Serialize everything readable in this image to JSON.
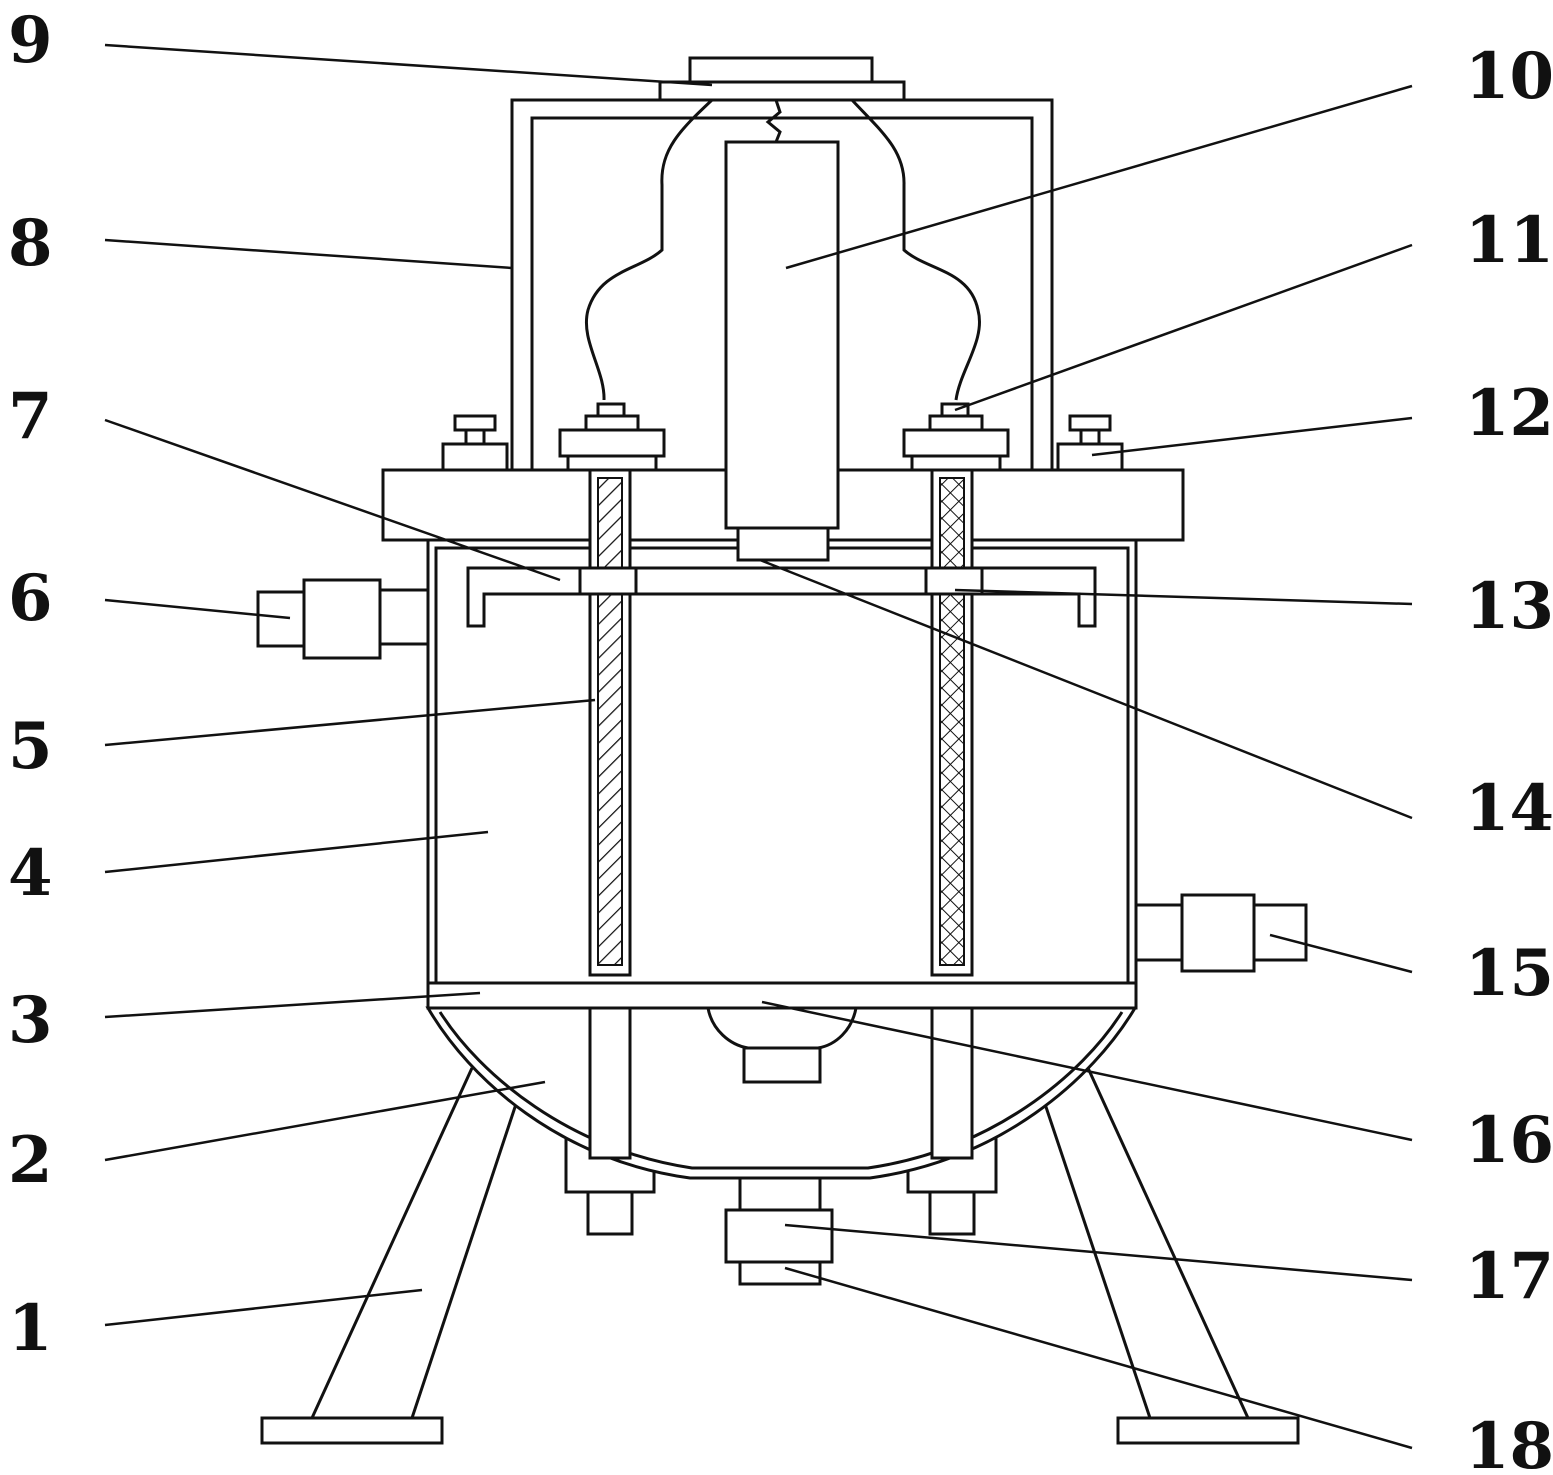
{
  "figure": {
    "line_color": "#111111",
    "background": "#ffffff",
    "callouts": [
      {
        "id": "1",
        "label": "1"
      },
      {
        "id": "2",
        "label": "2"
      },
      {
        "id": "3",
        "label": "3"
      },
      {
        "id": "4",
        "label": "4"
      },
      {
        "id": "5",
        "label": "5"
      },
      {
        "id": "6",
        "label": "6"
      },
      {
        "id": "7",
        "label": "7"
      },
      {
        "id": "8",
        "label": "8"
      },
      {
        "id": "9",
        "label": "9"
      },
      {
        "id": "10",
        "label": "10"
      },
      {
        "id": "11",
        "label": "11"
      },
      {
        "id": "12",
        "label": "12"
      },
      {
        "id": "13",
        "label": "13"
      },
      {
        "id": "14",
        "label": "14"
      },
      {
        "id": "15",
        "label": "15"
      },
      {
        "id": "16",
        "label": "16"
      },
      {
        "id": "17",
        "label": "17"
      },
      {
        "id": "18",
        "label": "18"
      }
    ]
  }
}
